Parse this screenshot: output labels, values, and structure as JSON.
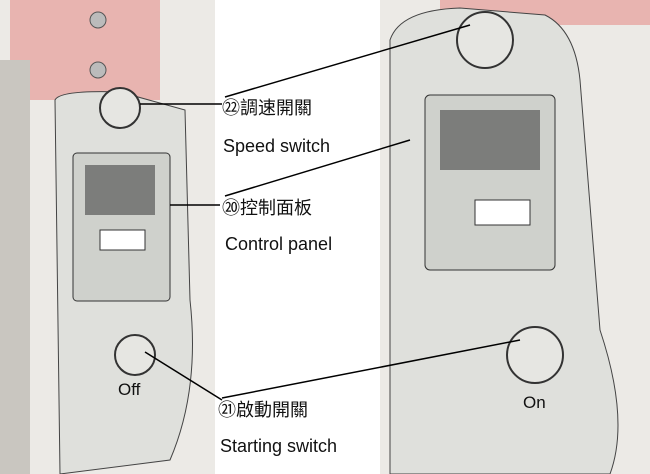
{
  "labels": {
    "speed": {
      "cn": "㉒調速開關",
      "en": "Speed switch"
    },
    "panel": {
      "cn": "⑳控制面板",
      "en": "Control panel"
    },
    "start": {
      "cn": "㉑啟動開關",
      "en": "Starting switch"
    }
  },
  "switch_states": {
    "left": "Off",
    "right": "On"
  },
  "colors": {
    "body": "#dfe0dc",
    "bracket": "#e8b4b0",
    "panel": "#cfd1cc",
    "line": "#000000"
  }
}
